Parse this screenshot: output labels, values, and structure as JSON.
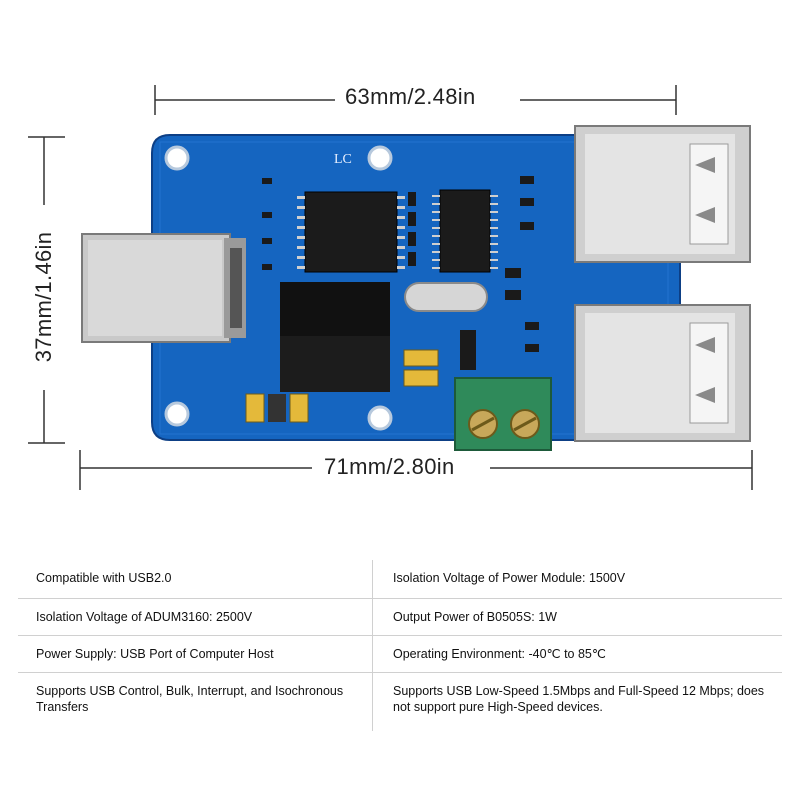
{
  "dimensions": {
    "width_top": "63mm/2.48in",
    "height_left": "37mm/1.46in",
    "width_bottom": "71mm/2.80in"
  },
  "board": {
    "silkscreen_logo": "LC",
    "pcb_color": "#1565c0",
    "terminal_color": "#2f8a5a"
  },
  "specs": [
    {
      "left": "Compatible with USB2.0",
      "right": "Isolation Voltage of Power Module: 1500V"
    },
    {
      "left": "Isolation Voltage of ADUM3160: 2500V",
      "right": "Output Power of B0505S: 1W"
    },
    {
      "left": "Power Supply: USB Port of Computer Host",
      "right": "Operating Environment: -40℃ to 85℃"
    },
    {
      "left": "Supports USB Control, Bulk, Interrupt, and Isochronous Transfers",
      "right": "Supports USB Low-Speed 1.5Mbps and Full-Speed 12 Mbps; does not support pure High-Speed devices."
    }
  ]
}
